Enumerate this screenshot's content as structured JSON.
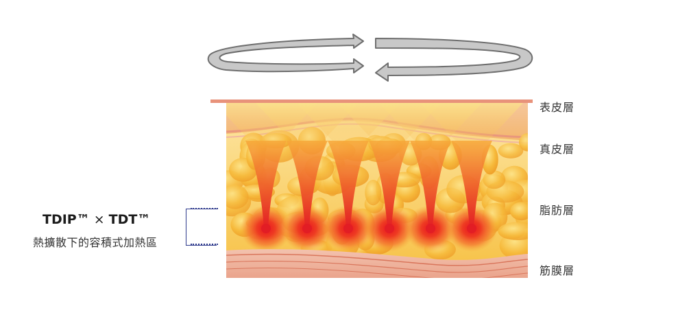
{
  "layers": [
    {
      "key": "epidermis",
      "label": "表皮層"
    },
    {
      "key": "dermis",
      "label": "真皮層"
    },
    {
      "key": "fat",
      "label": "脂肪層"
    },
    {
      "key": "fascia",
      "label": "筋膜層"
    }
  ],
  "brand": {
    "part1": "TDIP™",
    "cross": "×",
    "part2": "TDT™"
  },
  "caption": "熱擴散下的容積式加熱區",
  "colors": {
    "arrow_fill": "#c8c8c8",
    "arrow_stroke": "#6e6e6e",
    "epidermis": "#e8927a",
    "fat": "#f4b43c",
    "heat_core": "#e21d24",
    "fascia": "#e7a08e",
    "bracket": "#2e3a8c"
  },
  "icons": {
    "rotation": "rotation-arrows-icon"
  },
  "heat_point_count": 6
}
